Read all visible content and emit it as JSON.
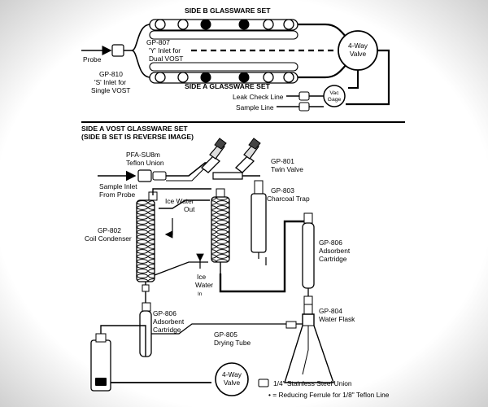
{
  "top": {
    "side_b_title": "SIDE B GLASSWARE SET",
    "side_a_title": "SIDE A GLASSWARE SET",
    "gp807_code": "GP-807",
    "gp807_line1": "'Y' Inlet for",
    "gp807_line2": "Dual VOST",
    "probe": "Probe",
    "gp810_code": "GP-810",
    "gp810_line1": "'S' Inlet for",
    "gp810_line2": "Single VOST",
    "valve_line1": "4-Way",
    "valve_line2": "Valve",
    "vac_line1": "Vac",
    "vac_line2": "Gage",
    "leak_check": "Leak Check Line",
    "sample_line": "Sample Line"
  },
  "bottom": {
    "header_line1": "SIDE A VOST GLASSWARE SET",
    "header_line2": "(SIDE B SET IS REVERSE IMAGE)",
    "pfa_line1": "PFA-SU8m",
    "pfa_line2": "Teflon Union",
    "gp801_code": "GP-801",
    "gp801_name": "Twin Valve",
    "gp803_code": "GP-803",
    "gp803_name": "Charcoal Trap",
    "sample_inlet_line1": "Sample Inlet",
    "sample_inlet_line2": "From Probe",
    "ice_out_line1": "Ice Water",
    "ice_out_line2": "Out",
    "gp802_code": "GP-802",
    "gp802_name": "Coil Condenser",
    "gp806r_code": "GP-806",
    "gp806r_line1": "Adsorbent",
    "gp806r_line2": "Cartridge",
    "ice_in_line1": "Ice",
    "ice_in_line2": "Water",
    "ice_in_line3": "In",
    "gp806l_code": "GP-806",
    "gp806l_line1": "Adsorbent",
    "gp806l_line2": "Cartridge",
    "gp804_code": "GP-804",
    "gp804_name": "Water Flask",
    "gp805_code": "GP-805",
    "gp805_name": "Drying Tube",
    "valve_line1": "4-Way",
    "valve_line2": "Valve",
    "legend_union": "1/4\" Stainless Steel Union",
    "legend_ferrule": "• = Reducing Ferrule for 1/8\" Teflon Line"
  }
}
